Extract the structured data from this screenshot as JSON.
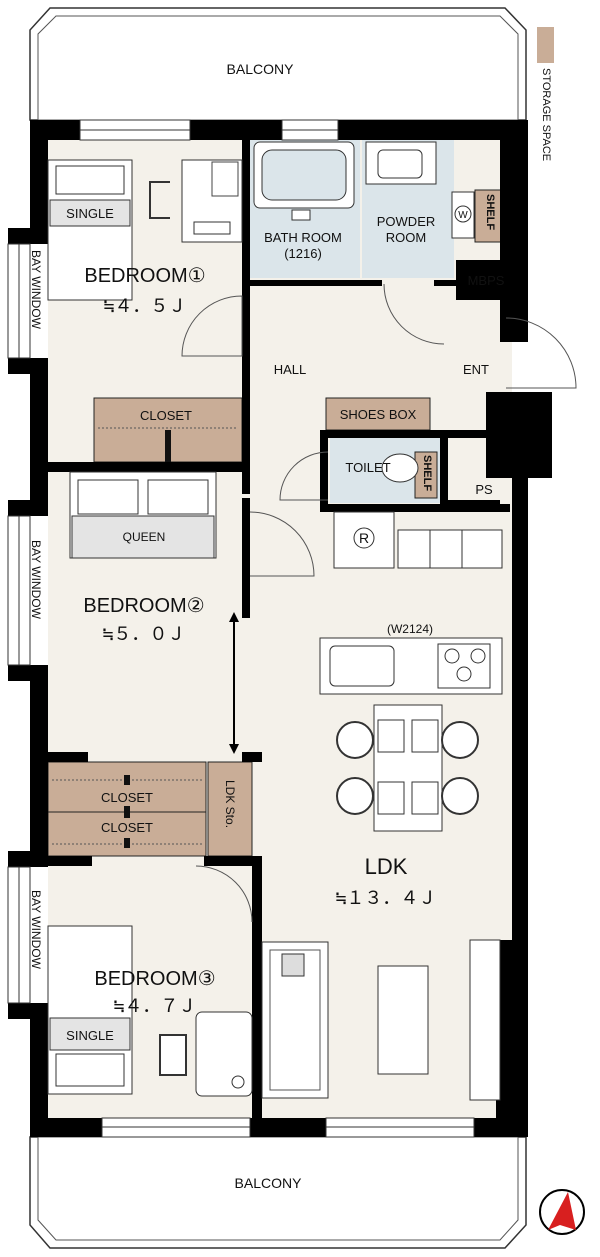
{
  "balcony_top": "BALCONY",
  "balcony_bottom": "BALCONY",
  "legend": {
    "label": "STORAGE SPACE",
    "color": "#c9ad97"
  },
  "colors": {
    "wall": "#000000",
    "floor": "#f4f1ea",
    "wet": "#dbe5ea",
    "storage": "#c9ad97"
  },
  "rooms": {
    "bedroom1": {
      "name": "BEDROOM①",
      "size": "≒４．５Ｊ",
      "bed": "SINGLE",
      "window": "BAY WINDOW",
      "closet": "CLOSET"
    },
    "bedroom2": {
      "name": "BEDROOM②",
      "size": "≒５．０Ｊ",
      "bed": "QUEEN",
      "window": "BAY WINDOW",
      "closet_a": "CLOSET",
      "closet_b": "CLOSET"
    },
    "bedroom3": {
      "name": "BEDROOM③",
      "size": "≒４．７Ｊ",
      "bed": "SINGLE",
      "window": "BAY WINDOW"
    },
    "bath": {
      "name": "BATH ROOM",
      "size": "(1216)"
    },
    "powder": {
      "name_line1": "POWDER",
      "name_line2": "ROOM",
      "shelf": "SHELF",
      "washer": "W"
    },
    "mbps": "MBPS",
    "hall": "HALL",
    "ent": "ENT",
    "shoes": "SHOES BOX",
    "toilet": {
      "name": "TOILET",
      "shelf": "SHELF"
    },
    "ps": "PS",
    "fridge": "R",
    "kitchen_width": "(W2124)",
    "ldk_storage": "LDK Sto.",
    "ldk": {
      "name": "LDK",
      "size": "≒１３．４Ｊ"
    }
  }
}
